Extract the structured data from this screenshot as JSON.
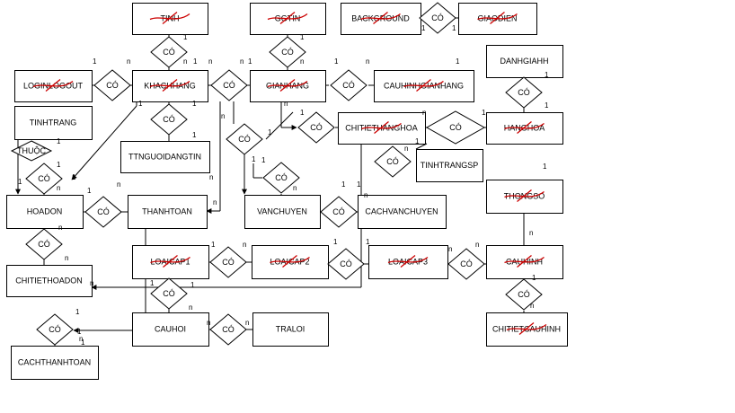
{
  "entities": [
    {
      "id": "tinh",
      "label": "TINH",
      "strike": true
    },
    {
      "id": "ggtin",
      "label": "GGTIN",
      "strike": true
    },
    {
      "id": "background",
      "label": "BACKGROUND",
      "strike": true
    },
    {
      "id": "giaodien",
      "label": "GIAODIEN",
      "strike": true
    },
    {
      "id": "danhgiahh",
      "label": "DANHGIAHH",
      "strike": false
    },
    {
      "id": "loginlogout",
      "label": "LOGINLOGOUT",
      "strike": true
    },
    {
      "id": "khachhang",
      "label": "KHACHHANG",
      "strike": true
    },
    {
      "id": "gianhang",
      "label": "GIANHANG",
      "strike": true
    },
    {
      "id": "cauhinhgianhang",
      "label": "CAUHINHGIANHANG",
      "strike": true
    },
    {
      "id": "tinhtrang",
      "label": "TINHTRANG",
      "strike": false
    },
    {
      "id": "chitiethanghoa",
      "label": "CHITIETHANGHOA",
      "strike": true
    },
    {
      "id": "hanghoa",
      "label": "HANGHOA",
      "strike": true
    },
    {
      "id": "ttnguoidangtin",
      "label": "TTNGUOIDANGTIN",
      "strike": false
    },
    {
      "id": "tinhtrangsp",
      "label": "TINHTRANGSP",
      "strike": false
    },
    {
      "id": "hoadon",
      "label": "HOADON",
      "strike": false
    },
    {
      "id": "thanhtoan",
      "label": "THANHTOAN",
      "strike": false
    },
    {
      "id": "vanchuyen",
      "label": "VANCHUYEN",
      "strike": false
    },
    {
      "id": "cachvanchuyen",
      "label": "CACHVANCHUYEN",
      "strike": false
    },
    {
      "id": "thongso",
      "label": "THONGSO",
      "strike": true
    },
    {
      "id": "chitiethoadon",
      "label": "CHITIETHOADON",
      "strike": false
    },
    {
      "id": "loaicap1",
      "label": "LOAICAP1",
      "strike": true
    },
    {
      "id": "loaicap2",
      "label": "LOAICAP2",
      "strike": true
    },
    {
      "id": "loaicap3",
      "label": "LOAICAP3",
      "strike": true
    },
    {
      "id": "cauhinh",
      "label": "CAUHINH",
      "strike": true
    },
    {
      "id": "cauhoi",
      "label": "CAUHOI",
      "strike": false
    },
    {
      "id": "traloi",
      "label": "TRALOI",
      "strike": false
    },
    {
      "id": "chitietcauhinh",
      "label": "CHITIETCAUHINH",
      "strike": true
    },
    {
      "id": "cachthanhtoan",
      "label": "CACHTHANHTOAN",
      "strike": false
    }
  ],
  "relationships": [
    {
      "id": "tinh-kh",
      "label": "CÓ"
    },
    {
      "id": "ggtin-gh",
      "label": "CÓ"
    },
    {
      "id": "bg-gd",
      "label": "CÓ"
    },
    {
      "id": "login-kh",
      "label": "CÓ"
    },
    {
      "id": "kh-gh",
      "label": "CÓ"
    },
    {
      "id": "gh-chgh",
      "label": "CÓ"
    },
    {
      "id": "danhgia-hh",
      "label": "CÓ"
    },
    {
      "id": "kh-ttnguoi",
      "label": "CÓ"
    },
    {
      "id": "gh-chitiet",
      "label": "CÓ"
    },
    {
      "id": "chitiet-hh",
      "label": "CÓ"
    },
    {
      "id": "gh-center",
      "label": "CÓ"
    },
    {
      "id": "thuoc",
      "label": "THUỘC"
    },
    {
      "id": "tinhtrang-hd",
      "label": "CÓ"
    },
    {
      "id": "chitiet-ttsp",
      "label": "CÓ"
    },
    {
      "id": "vc-upper",
      "label": "CÓ"
    },
    {
      "id": "hd-tt",
      "label": "CÓ"
    },
    {
      "id": "vc-cachvc",
      "label": "CÓ"
    },
    {
      "id": "hd-cthd",
      "label": "CÓ"
    },
    {
      "id": "lc1-lc2",
      "label": "CÓ"
    },
    {
      "id": "lc2-lc3",
      "label": "CÓ"
    },
    {
      "id": "lc3-ch",
      "label": "CÓ"
    },
    {
      "id": "ch-ctch",
      "label": "CÓ"
    },
    {
      "id": "lc1-cauhoi",
      "label": "CÓ"
    },
    {
      "id": "cauhoi-traloi",
      "label": "CÓ"
    },
    {
      "id": "cachtt",
      "label": "CÓ"
    }
  ],
  "cardinalities": [
    "1",
    "n",
    "1",
    "n",
    "1",
    "1",
    "1",
    "n",
    "1",
    "n",
    "n",
    "1",
    "1",
    "n",
    "1",
    "1",
    "1",
    "1",
    "1",
    "n",
    "1",
    "n",
    "1",
    "n",
    "1",
    "1",
    "n",
    "n",
    "1",
    "1",
    "1",
    "1",
    "1",
    "n",
    "1",
    "n",
    "1",
    "n",
    "1",
    "n",
    "1",
    "1",
    "n",
    "n",
    "n",
    "n",
    "1",
    "n",
    "1",
    "n",
    "1",
    "1",
    "n",
    "n",
    "1",
    "n",
    "1",
    "n",
    "1",
    "1",
    "n",
    "n",
    "1",
    "n",
    "1"
  ]
}
